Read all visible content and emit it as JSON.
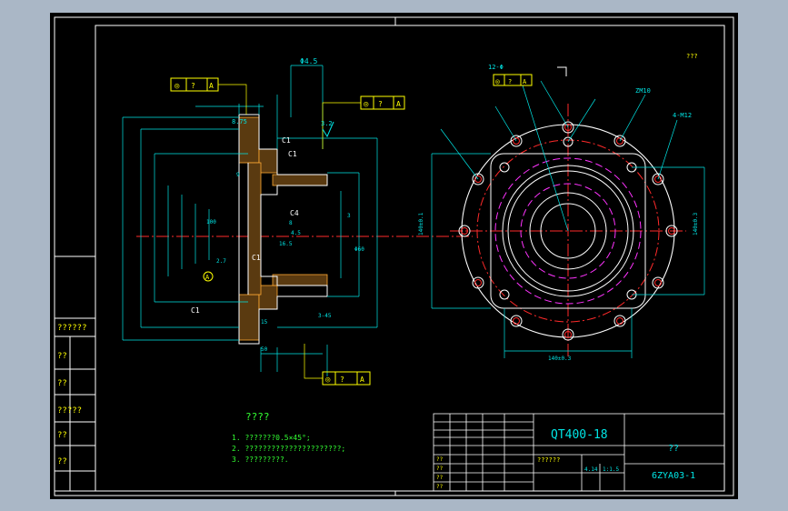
{
  "title_block": {
    "material": "QT400-18",
    "part_name": "??",
    "drawing_number": "6ZYA03-1",
    "row_label_1": "??",
    "row_label_2": "??",
    "row_label_3": "??",
    "row_label_4": "??",
    "stage_label": "??????",
    "weight": "4.14",
    "scale": "1:1.5"
  },
  "left_strip": {
    "labels": [
      "??????",
      "??",
      "??",
      "?????",
      "??",
      "??"
    ]
  },
  "notes": {
    "heading": "????",
    "lines": [
      "1. ???????0.5×45°;",
      "2. ??????????????????????;",
      "3. ?????????."
    ]
  },
  "callouts": {
    "tolerance_frame_symbol": "◎",
    "tolerance_value": "?",
    "datum": "A",
    "top_dim": "Φ4.5",
    "thread": "ZM10",
    "holes": "12-Φ",
    "four_holes": "4-M12",
    "chamfer_1": "C1",
    "chamfer_4": "C4",
    "roughness_top": "3.2",
    "corner_note": "???"
  },
  "colors": {
    "background": "#000000",
    "outline": "#ffffff",
    "dimension": "#00e5e5",
    "center_line": "#ff2a2a",
    "hidden_line": "#ff33ff",
    "text_highlight": "#ffff00",
    "note_text": "#33ff33",
    "hatch": "#ffaa33"
  }
}
